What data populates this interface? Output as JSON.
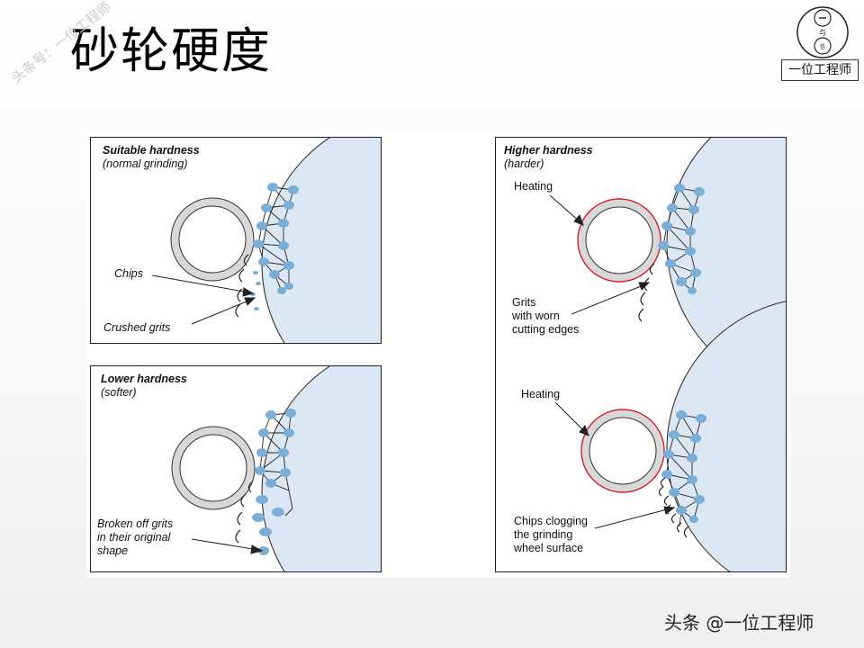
{
  "page": {
    "title": "砂轮硬度",
    "watermark": "头条号：一位工程师",
    "logo_text": "一位工程师",
    "footer": "头条 @一位工程师"
  },
  "colors": {
    "wheel_fill": "#dbe8f3",
    "grit": "#7aaed6",
    "heating_ring": "#d21f2a",
    "ring": "#9a9a9a"
  },
  "panels": {
    "suitable": {
      "title": "Suitable hardness",
      "subtitle": "(normal grinding)",
      "labels": {
        "chips": "Chips",
        "crushed": "Crushed grits"
      }
    },
    "lower": {
      "title": "Lower hardness",
      "subtitle": "(softer)",
      "labels": {
        "broken_1": "Broken off grits",
        "broken_2": "in their original",
        "broken_3": "shape"
      }
    },
    "higher": {
      "title": "Higher hardness",
      "subtitle": "(harder)",
      "labels": {
        "heating_top": "Heating",
        "grits_1": "Grits",
        "grits_2": "with worn",
        "grits_3": "cutting edges",
        "heating_bottom": "Heating",
        "clog_1": "Chips clogging",
        "clog_2": "the grinding",
        "clog_3": "wheel surface"
      }
    }
  }
}
